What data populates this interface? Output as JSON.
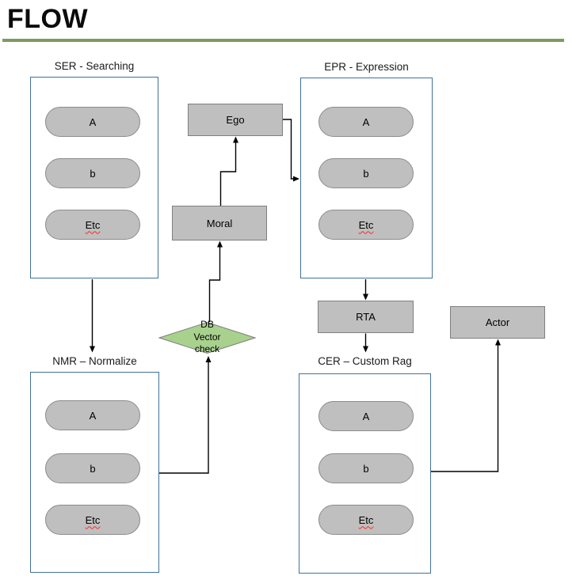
{
  "page": {
    "title": "FLOW"
  },
  "theme": {
    "divider_color": "#7C9C5C",
    "container_border_color": "#41719C",
    "node_fill": "#BFBFBF",
    "node_border": "#7F7F7F",
    "decision_fill": "#A9D18E",
    "arrow_color": "#000000",
    "spellcheck_underline_color": "#FF2A2A"
  },
  "groups": [
    {
      "id": "ser",
      "label": "SER - Searching",
      "items": [
        "A",
        "b",
        "Etc"
      ]
    },
    {
      "id": "epr",
      "label": "EPR - Expression",
      "items": [
        "A",
        "b",
        "Etc"
      ]
    },
    {
      "id": "nmr",
      "label": "NMR – Normalize",
      "items": [
        "A",
        "b",
        "Etc"
      ]
    },
    {
      "id": "cer",
      "label": "CER – Custom Rag",
      "items": [
        "A",
        "b",
        "Etc"
      ]
    }
  ],
  "nodes": {
    "ego": "Ego",
    "moral": "Moral",
    "rta": "RTA",
    "actor": "Actor",
    "decision": "DB\nVector\ncheck"
  },
  "edges": [
    {
      "from": "SER - Searching",
      "to": "NMR – Normalize"
    },
    {
      "from": "Ego",
      "to": "EPR - Expression"
    },
    {
      "from": "Moral",
      "to": "Ego"
    },
    {
      "from": "DB Vector check",
      "to": "Moral"
    },
    {
      "from": "NMR – Normalize",
      "to": "DB Vector check"
    },
    {
      "from": "EPR - Expression",
      "to": "RTA"
    },
    {
      "from": "RTA",
      "to": "CER – Custom Rag"
    },
    {
      "from": "CER – Custom Rag",
      "to": "Actor"
    }
  ]
}
